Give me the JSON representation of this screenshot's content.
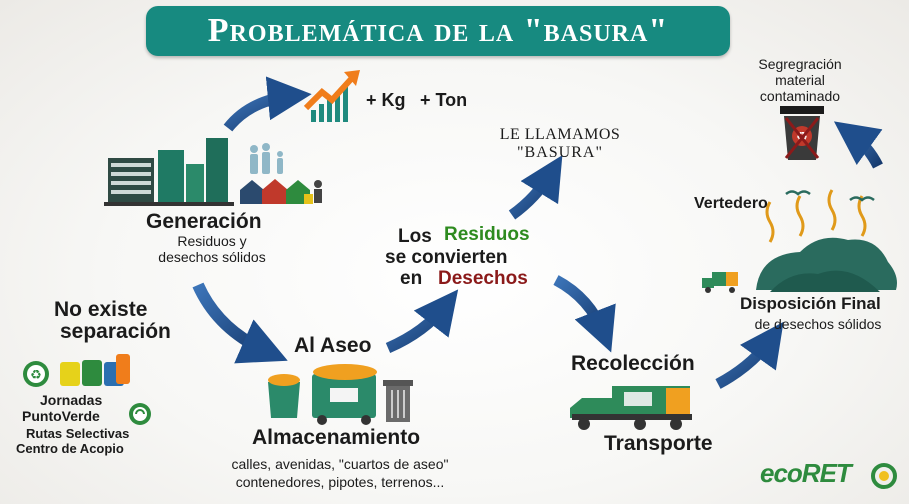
{
  "title": "Problemática de la \"basura\"",
  "growth": {
    "kg": "+ Kg",
    "ton": "+ Ton"
  },
  "generation": {
    "title": "Generación",
    "line1": "Residuos y",
    "line2": "desechos sólidos"
  },
  "separation": {
    "line1": "No existe",
    "line2": "separación"
  },
  "green_points": {
    "l1": "Jornadas",
    "l2": "PuntoVerde",
    "l3": "Rutas Selectivas",
    "l4": "Centro de Acopio"
  },
  "storage": {
    "top": "Al Aseo",
    "title": "Almacenamiento",
    "line1": "calles, avenidas, \"cuartos de aseo\"",
    "line2": "contenedores, pipotes, terrenos..."
  },
  "conversion": {
    "l1a": "Los",
    "l1b": "Residuos",
    "l2": "se convierten",
    "l3a": "en",
    "l3b": "Desechos"
  },
  "naming": {
    "l1": "LE LLAMAMOS",
    "l2": "\"BASURA\""
  },
  "collection": {
    "title": "Recolección",
    "transport": "Transporte"
  },
  "landfill": {
    "label": "Vertedero",
    "title": "Disposición Final",
    "sub": "de desechos sólidos"
  },
  "segregation": {
    "l1": "Segregración",
    "l2": "material",
    "l3": "contaminado"
  },
  "logo": {
    "text": "ecoRET"
  },
  "colors": {
    "teal": "#178a80",
    "green": "#2e8b1f",
    "darkred": "#8b1a1a",
    "arrow": "#1f4e8c"
  }
}
